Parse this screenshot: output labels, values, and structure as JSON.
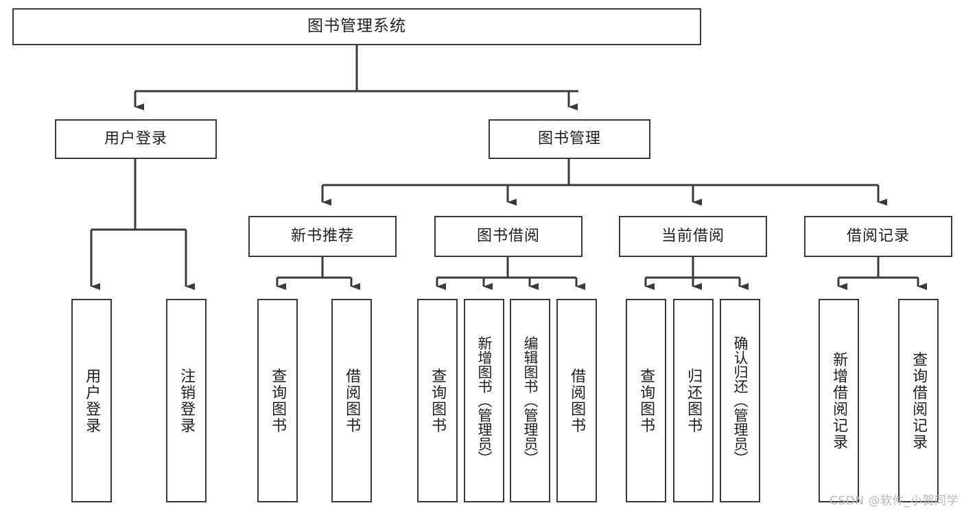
{
  "diagram": {
    "title": "图书管理系统",
    "type": "tree-hierarchy-diagram",
    "root": {
      "label": "图书管理系统"
    },
    "level2": [
      {
        "label": "用户登录"
      },
      {
        "label": "图书管理"
      }
    ],
    "level3": [
      {
        "label": "新书推荐"
      },
      {
        "label": "图书借阅"
      },
      {
        "label": "当前借阅"
      },
      {
        "label": "借阅记录"
      }
    ],
    "leaves": {
      "user_login": [
        {
          "label": "用户登录"
        },
        {
          "label": "注销登录"
        }
      ],
      "new_book_recommend": [
        {
          "label": "查询图书"
        },
        {
          "label": "借阅图书"
        }
      ],
      "book_borrow": [
        {
          "label": "查询图书"
        },
        {
          "label": "新增图书（管理员）"
        },
        {
          "label": "编辑图书（管理员）"
        },
        {
          "label": "借阅图书"
        }
      ],
      "current_borrow": [
        {
          "label": "查询图书"
        },
        {
          "label": "归还图书"
        },
        {
          "label": "确认归还（管理员）"
        }
      ],
      "borrow_record": [
        {
          "label": "新增借阅记录"
        },
        {
          "label": "查询借阅记录"
        }
      ]
    },
    "watermark": "CSDN @软件_小贺同学",
    "colors": {
      "stroke": "#3a3a3a",
      "text": "#1f1f1f",
      "background": "#ffffff",
      "watermark": "#b9b9b9"
    }
  }
}
